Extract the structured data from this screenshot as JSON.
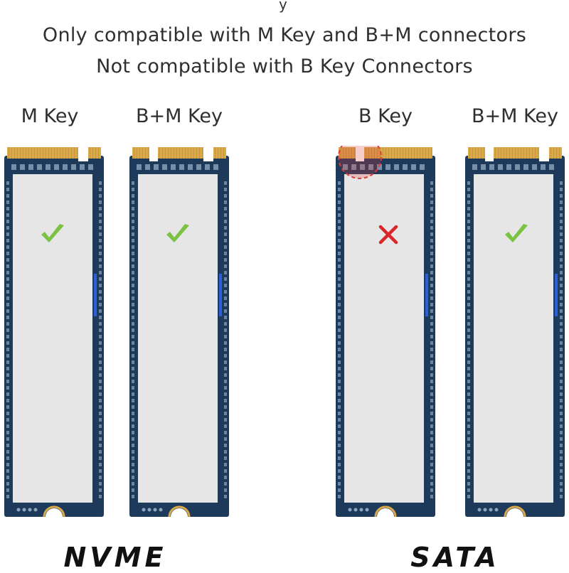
{
  "header": {
    "clipped_glyph": "y",
    "line1": "Only compatible with M Key and B+M connectors",
    "line2": "Not compatible with B Key Connectors"
  },
  "cards": [
    {
      "label": "M Key",
      "status": "compatible"
    },
    {
      "label": "B+M Key",
      "status": "compatible"
    },
    {
      "label": "B Key",
      "status": "not compatible"
    },
    {
      "label": "B+M Key",
      "status": "compatible"
    }
  ],
  "groups": {
    "left": "NVME",
    "right": "SATA"
  },
  "colors": {
    "pcb": "#1d3a5a",
    "gold_contacts": "#d9a94a",
    "label_area": "#e6e6e6",
    "check": "#7bc142",
    "cross": "#d9262b",
    "highlight": "#e03a3a"
  }
}
